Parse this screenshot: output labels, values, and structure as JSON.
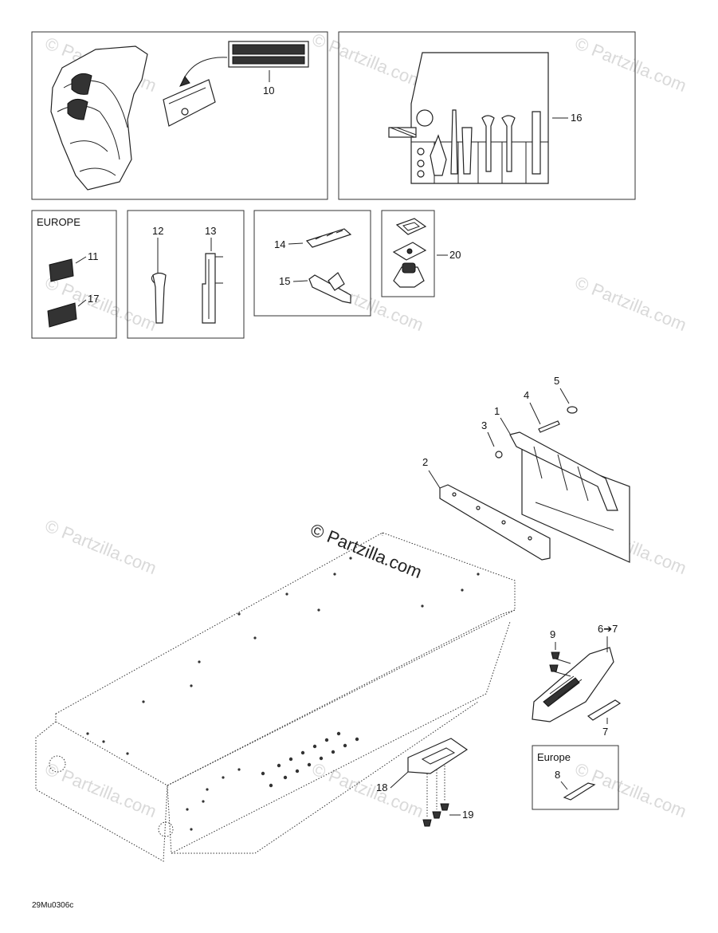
{
  "diagram": {
    "watermark_small": "© Partzilla.com",
    "watermark_center": "© Partzilla.com",
    "drawing_code": "29Mu0306c",
    "box_labels": {
      "europe_upper": "EUROPE",
      "europe_lower": "Europe"
    },
    "callouts": {
      "c1": "1",
      "c2": "2",
      "c3": "3",
      "c4": "4",
      "c5": "5",
      "c6": "6➔7",
      "c7": "7",
      "c8": "8",
      "c9": "9",
      "c10": "10",
      "c11": "11",
      "c12": "12",
      "c13": "13",
      "c14": "14",
      "c15": "15",
      "c16": "16",
      "c17": "17",
      "c18": "18",
      "c19": "19",
      "c20": "20"
    }
  }
}
